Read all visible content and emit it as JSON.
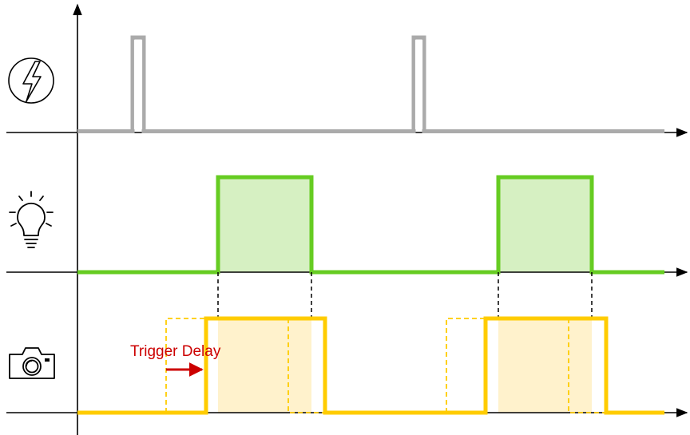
{
  "diagram": {
    "annotation": "Trigger Delay",
    "rows": [
      {
        "id": "power",
        "icon": "lightning-bolt-icon",
        "color": "#aaaaaa"
      },
      {
        "id": "light",
        "icon": "light-bulb-icon",
        "color": "#66cc22",
        "fill": "#d6f0c2"
      },
      {
        "id": "camera",
        "icon": "camera-icon",
        "color": "#ffcc00",
        "fill": "#fff2cc"
      }
    ],
    "colors": {
      "axis": "#000000",
      "annotation": "#cc0000",
      "guide": "#000000"
    }
  }
}
